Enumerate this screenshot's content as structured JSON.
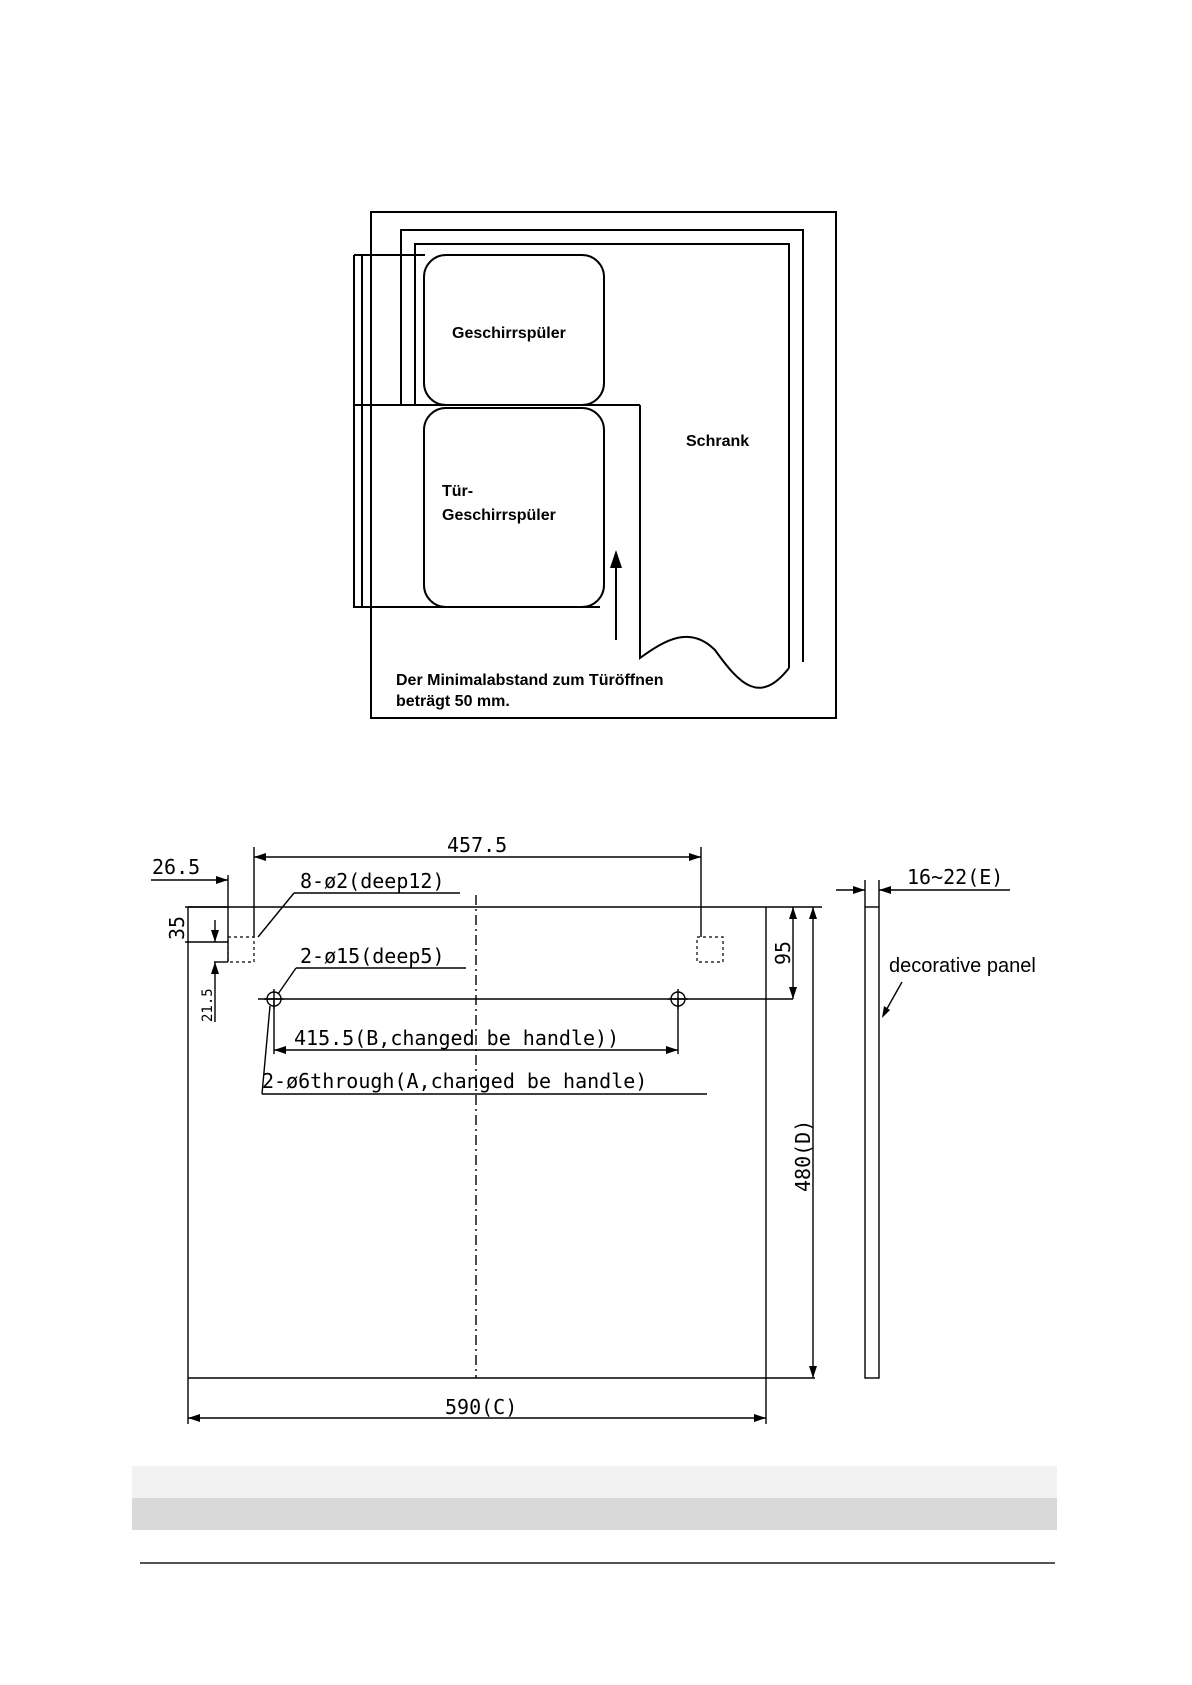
{
  "layout_diagram": {
    "dishwasher_label": "Geschirrspüler",
    "door_label_line1": "Tür-",
    "door_label_line2": "Geschirrspüler",
    "cabinet_label": "Schrank",
    "note_line1": "Der Minimalabstand zum Türöffnen",
    "note_line2": "beträgt 50 mm."
  },
  "panel_drawing": {
    "dim_hole_span": "457.5",
    "dim_left_offset": "26.5",
    "dim_top_35": "35",
    "dim_small_21_5": "21.5",
    "dim_right_95": "95",
    "dim_height": "480(D)",
    "dim_width": "590(C)",
    "dim_thickness": "16~22(E)",
    "note_small_holes": "8-ø2(deep12)",
    "note_mid_holes": "2-ø15(deep5)",
    "note_handle_span": "415.5(B,changed be handle))",
    "note_through_holes": "2-ø6through(A,changed be handle)",
    "panel_label": "decorative panel"
  }
}
